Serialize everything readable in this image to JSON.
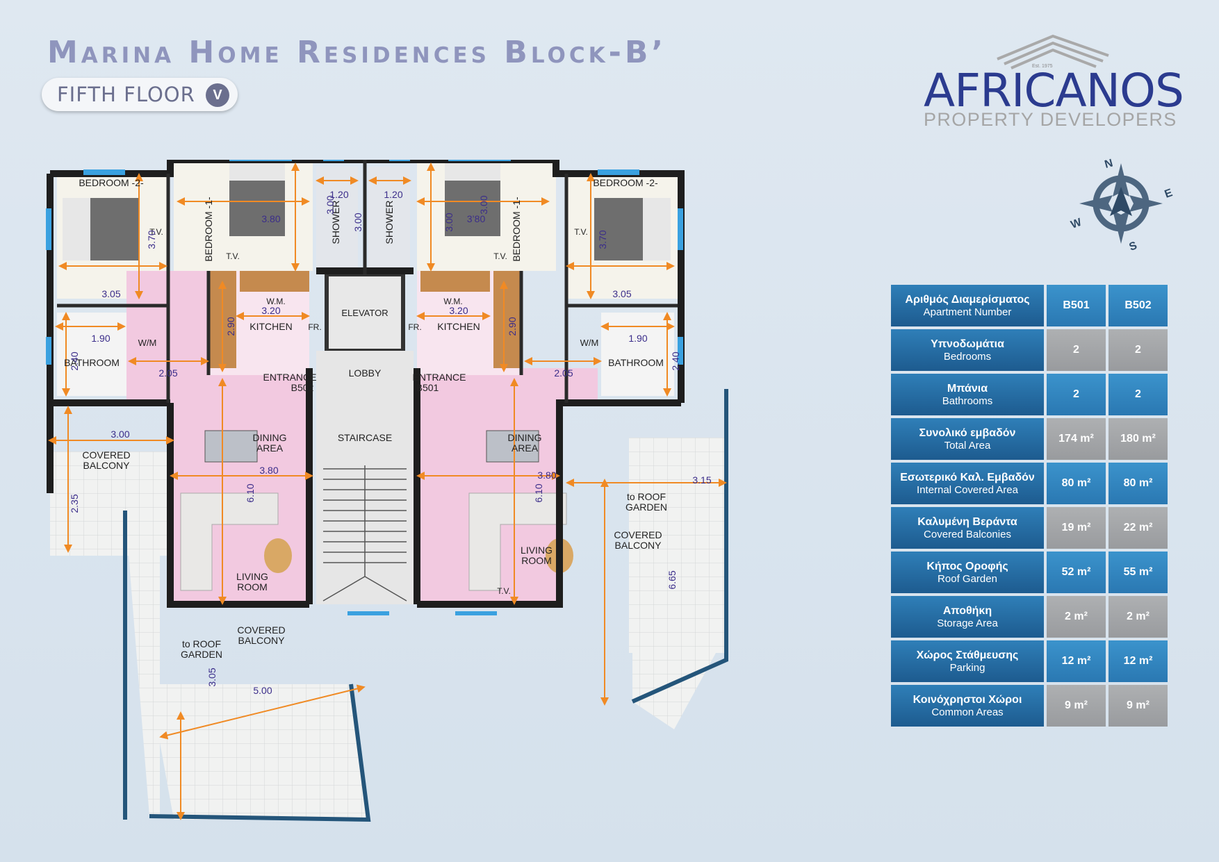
{
  "header": {
    "title": "Marina Home Residences Block-B’",
    "floor_label": "FIFTH FLOOR",
    "floor_badge": "V"
  },
  "logo": {
    "est": "Est. 1975",
    "name": "AFRICANOS",
    "subtitle": "PROPERTY DEVELOPERS"
  },
  "compass": {
    "n": "N",
    "e": "E",
    "s": "S",
    "w": "W"
  },
  "colors": {
    "title": "#8f95bd",
    "brand": "#2b3b8f",
    "table_header": "#1d5b8f",
    "table_blue": "#2a78b2",
    "table_grey": "#999b9e",
    "living_pink": "#f2c9e0",
    "dimension_orange": "#f08a24"
  },
  "plan": {
    "rooms": {
      "bed2_left": "BEDROOM -2-",
      "bed1_left": "BEDROOM -1-",
      "shower_left": "SHOWER",
      "shower_right": "SHOWER",
      "bed1_right": "BEDROOM -1-",
      "bed2_right": "BEDROOM -2-",
      "kitchen_left": "KITCHEN",
      "kitchen_right": "KITCHEN",
      "elevator": "ELEVATOR",
      "lobby": "LOBBY",
      "staircase": "STAIRCASE",
      "bath_left": "BATHROOM",
      "bath_right": "BATHROOM",
      "wm_left": "W/M",
      "wm_right": "W/M",
      "wm_k_left": "W.M.",
      "wm_k_right": "W.M.",
      "fr_left": "FR.",
      "fr_right": "FR.",
      "entrance_b502_1": "ENTRANCE",
      "entrance_b502_2": "B502",
      "entrance_b501_1": "ENTRANCE",
      "entrance_b501_2": "B501",
      "dining_left_1": "DINING",
      "dining_left_2": "AREA",
      "dining_right_1": "DINING",
      "dining_right_2": "AREA",
      "living_left_1": "LIVING",
      "living_left_2": "ROOM",
      "living_right_1": "LIVING",
      "living_right_2": "ROOM",
      "cov_bal_left_1": "COVERED",
      "cov_bal_left_2": "BALCONY",
      "cov_bal_right_1": "COVERED",
      "cov_bal_right_2": "BALCONY",
      "cov_bal_bottom_1": "COVERED",
      "cov_bal_bottom_2": "BALCONY",
      "roof_right_1": "to ROOF",
      "roof_right_2": "GARDEN",
      "roof_left_1": "to ROOF",
      "roof_left_2": "GARDEN",
      "tv": "T.V."
    },
    "dims": {
      "d_370_l": "3.70",
      "d_305_l": "3.05",
      "d_380_bl": "3.80",
      "d_300_bl": "3.00",
      "d_120_l": "1.20",
      "d_300_sl": "3.00",
      "d_120_r": "1.20",
      "d_300_sr": "3.00",
      "d_380_br": "3’80",
      "d_300_br": "3.00",
      "d_370_r": "3.70",
      "d_305_r": "3.05",
      "d_190_l": "1.90",
      "d_240_l": "2.40",
      "d_205_l": "2.05",
      "d_320_l": "3.20",
      "d_290_l": "2.90",
      "d_320_r": "3.20",
      "d_290_r": "2.90",
      "d_205_r": "2.05",
      "d_190_r": "1.90",
      "d_240_r": "2.40",
      "d_300_cb": "3.00",
      "d_235_cb": "2.35",
      "d_380_ll": "3.80",
      "d_610_l": "6.10",
      "d_380_lr": "3.80",
      "d_610_r": "6.10",
      "d_315": "3.15",
      "d_665": "6.65",
      "d_305_b": "3.05",
      "d_500_b": "5.00"
    }
  },
  "table": {
    "rows": [
      {
        "gr": "Αριθμός Διαμερίσματος",
        "en": "Apartment Number",
        "b501": "B501",
        "b502": "B502",
        "style": "b"
      },
      {
        "gr": "Υπνοδωμάτια",
        "en": "Bedrooms",
        "b501": "2",
        "b502": "2",
        "style": "g"
      },
      {
        "gr": "Μπάνια",
        "en": "Bathrooms",
        "b501": "2",
        "b502": "2",
        "style": "b"
      },
      {
        "gr": "Συνολικό εμβαδόν",
        "en": "Total Area",
        "b501": "174 m²",
        "b502": "180 m²",
        "style": "g"
      },
      {
        "gr": "Εσωτερικό Καλ. Εμβαδόν",
        "en": "Internal Covered Area",
        "b501": "80 m²",
        "b502": "80 m²",
        "style": "b"
      },
      {
        "gr": "Καλυμένη Βεράντα",
        "en": "Covered Balconies",
        "b501": "19 m²",
        "b502": "22 m²",
        "style": "g"
      },
      {
        "gr": "Κήπος Οροφής",
        "en": "Roof Garden",
        "b501": "52 m²",
        "b502": "55 m²",
        "style": "b"
      },
      {
        "gr": "Αποθήκη",
        "en": "Storage Area",
        "b501": "2 m²",
        "b502": "2 m²",
        "style": "g"
      },
      {
        "gr": "Χώρος Στάθμευσης",
        "en": "Parking",
        "b501": "12 m²",
        "b502": "12 m²",
        "style": "b"
      },
      {
        "gr": "Κοινόχρηστοι Χώροι",
        "en": "Common Areas",
        "b501": "9 m²",
        "b502": "9 m²",
        "style": "g"
      }
    ]
  }
}
